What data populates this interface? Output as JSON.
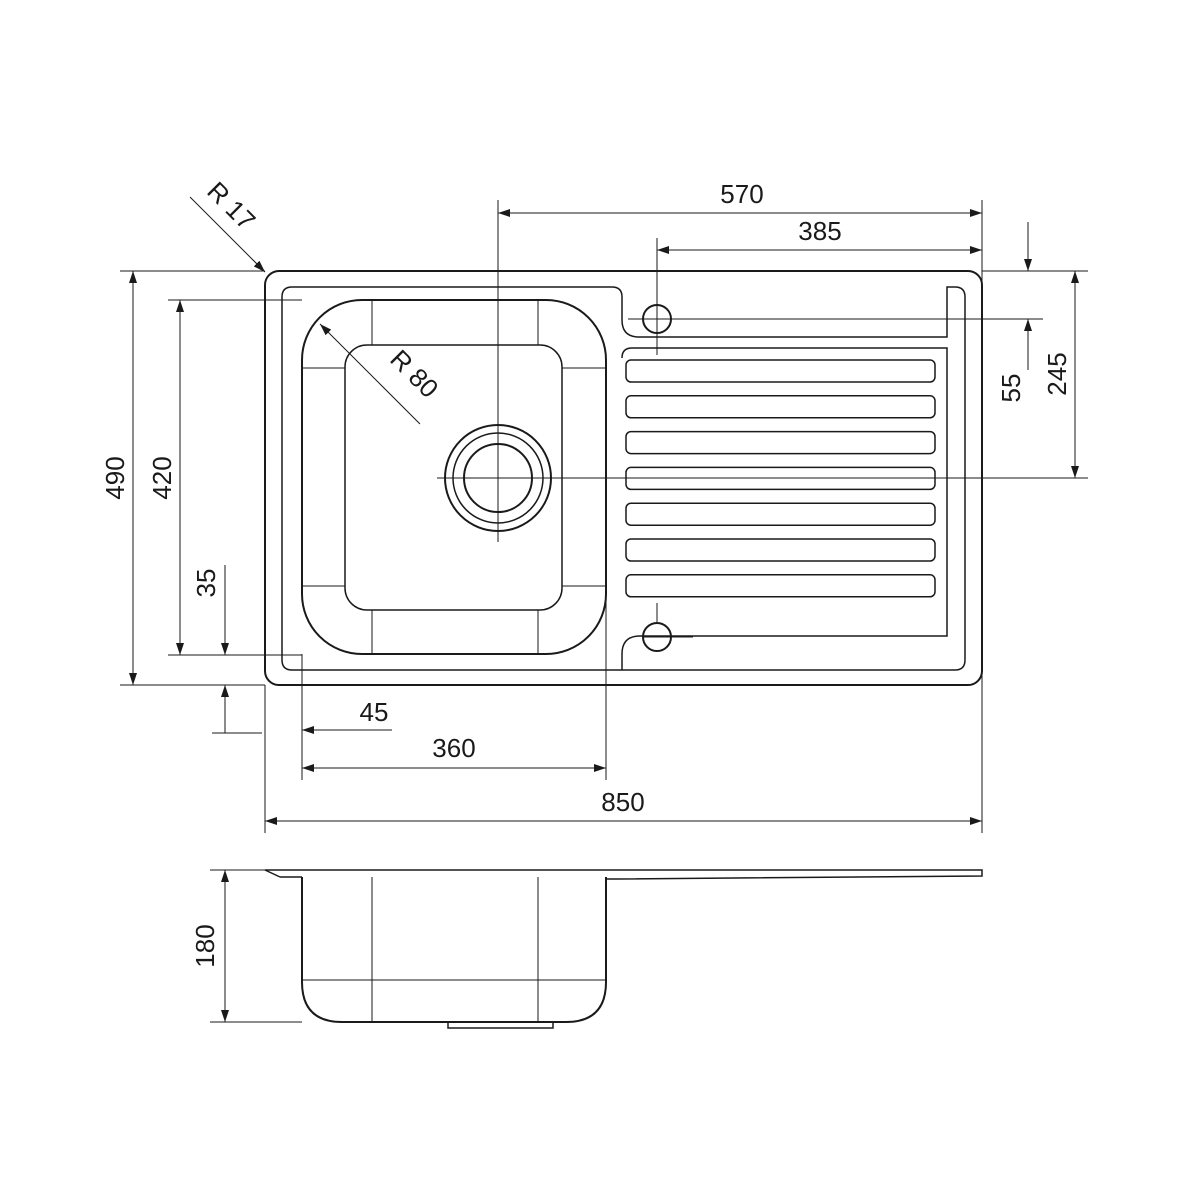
{
  "drawing": {
    "dimensions": {
      "overall_width": "850",
      "drainer_span": "570",
      "drainer_inner": "385",
      "tap_offset": "55",
      "drain_offset": "245",
      "overall_depth": "490",
      "bowl_depth": "420",
      "bowl_bottom_offset": "35",
      "bowl_left_offset": "45",
      "bowl_width": "360",
      "corner_radius": "R 17",
      "bowl_radius": "R 80",
      "bowl_height_side": "180"
    },
    "drainer_rib_count": 7,
    "line_color": "#1a1a1a",
    "background": "#ffffff"
  }
}
